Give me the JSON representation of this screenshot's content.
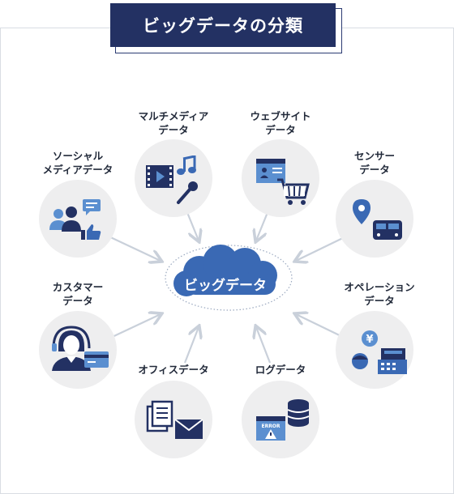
{
  "title": "ビッグデータの分類",
  "center": "ビッグデータ",
  "categories": {
    "social": "ソーシャル\nメディアデータ",
    "multimedia": "マルチメディア\nデータ",
    "web": "ウェブサイト\nデータ",
    "sensor": "センサー\nデータ",
    "customer": "カスタマー\nデータ",
    "operation": "オペレーション\nデータ",
    "office": "オフィスデータ",
    "log": "ログデータ"
  },
  "icon_text": {
    "error": "ERROR",
    "yen": "¥"
  },
  "colors": {
    "navy": "#233163",
    "blue": "#3a69b4",
    "lightblue": "#5b8fd0",
    "circle": "#eeeeef",
    "arrow": "#c9d0da"
  }
}
